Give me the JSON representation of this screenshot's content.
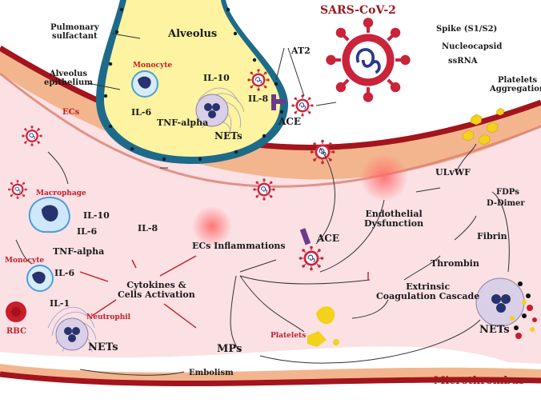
{
  "colors": {
    "vessel_wall": "#a3141c",
    "lumen": "#fbe0e4",
    "alveolus": "#fdf3a0",
    "virus": "#c9243a",
    "ace": "#6b3a8a",
    "platelet": "#f2d21a",
    "monocyte": "#4a9fd8",
    "neutrophil": "#9aa0c0"
  },
  "icons": [
    "virus-icon",
    "monocyte-icon",
    "macrophage-icon",
    "neutrophil-icon",
    "rbc-icon",
    "platelet-icon",
    "ace-receptor-icon",
    "microthrombus-icon"
  ],
  "labels": {
    "pulmonary_sulfactant": [
      "Pulmonary",
      "sulfactant"
    ],
    "alveolus": "Alveolus",
    "sars_cov_2": "SARS-CoV-2",
    "spike": "Spike (S1/S2)",
    "nucleocapsid": "Nucleocapsid",
    "ssrna": "ssRNA",
    "alveolus_epithelium": [
      "Alveolus",
      "epithelium"
    ],
    "monocyte_alv": "Monocyte",
    "il10_alv": "IL-10",
    "il6_alv": "IL-6",
    "tnf_alv": "TNF-alpha",
    "nets_alv": "NETs",
    "at2": "AT2",
    "il8_alv": "IL-8",
    "ace_top": "ACE",
    "platelets_aggregation": [
      "Platelets",
      "Aggregation"
    ],
    "ecs": "ECs",
    "macrophage": "Macrophage",
    "il10_mac": "IL-10",
    "il6_mac": "IL-6",
    "tnf_mac": "TNF-alpha",
    "il8_wall": "IL-8",
    "monocyte_low": "Monocyte",
    "il6_low": "IL-6",
    "ec_inflammations": "ECs Inflammations",
    "endothelial_dysfunction": [
      "Endothelial",
      "Dysfunction"
    ],
    "ace_mid": "ACE",
    "ulvwf": "ULvWF",
    "fdps": "FDPs",
    "d_dimer": "D-Dimer",
    "fibrin": "Fibrin",
    "thrombin": "Thrombin",
    "cytokines": [
      "Cytokines &",
      "Cells Activation"
    ],
    "extrinsic": [
      "Extrinsic",
      "Coagulation Cascade"
    ],
    "il1": "IL-1",
    "neutrophil": "Neutrophil",
    "rbc": "RBC",
    "nets_low": "NETs",
    "platelets": "Platelets",
    "mps": "MPs",
    "embolism": "Embolism",
    "nets_right": "NETs",
    "microthrombus": "Microthrombus"
  }
}
